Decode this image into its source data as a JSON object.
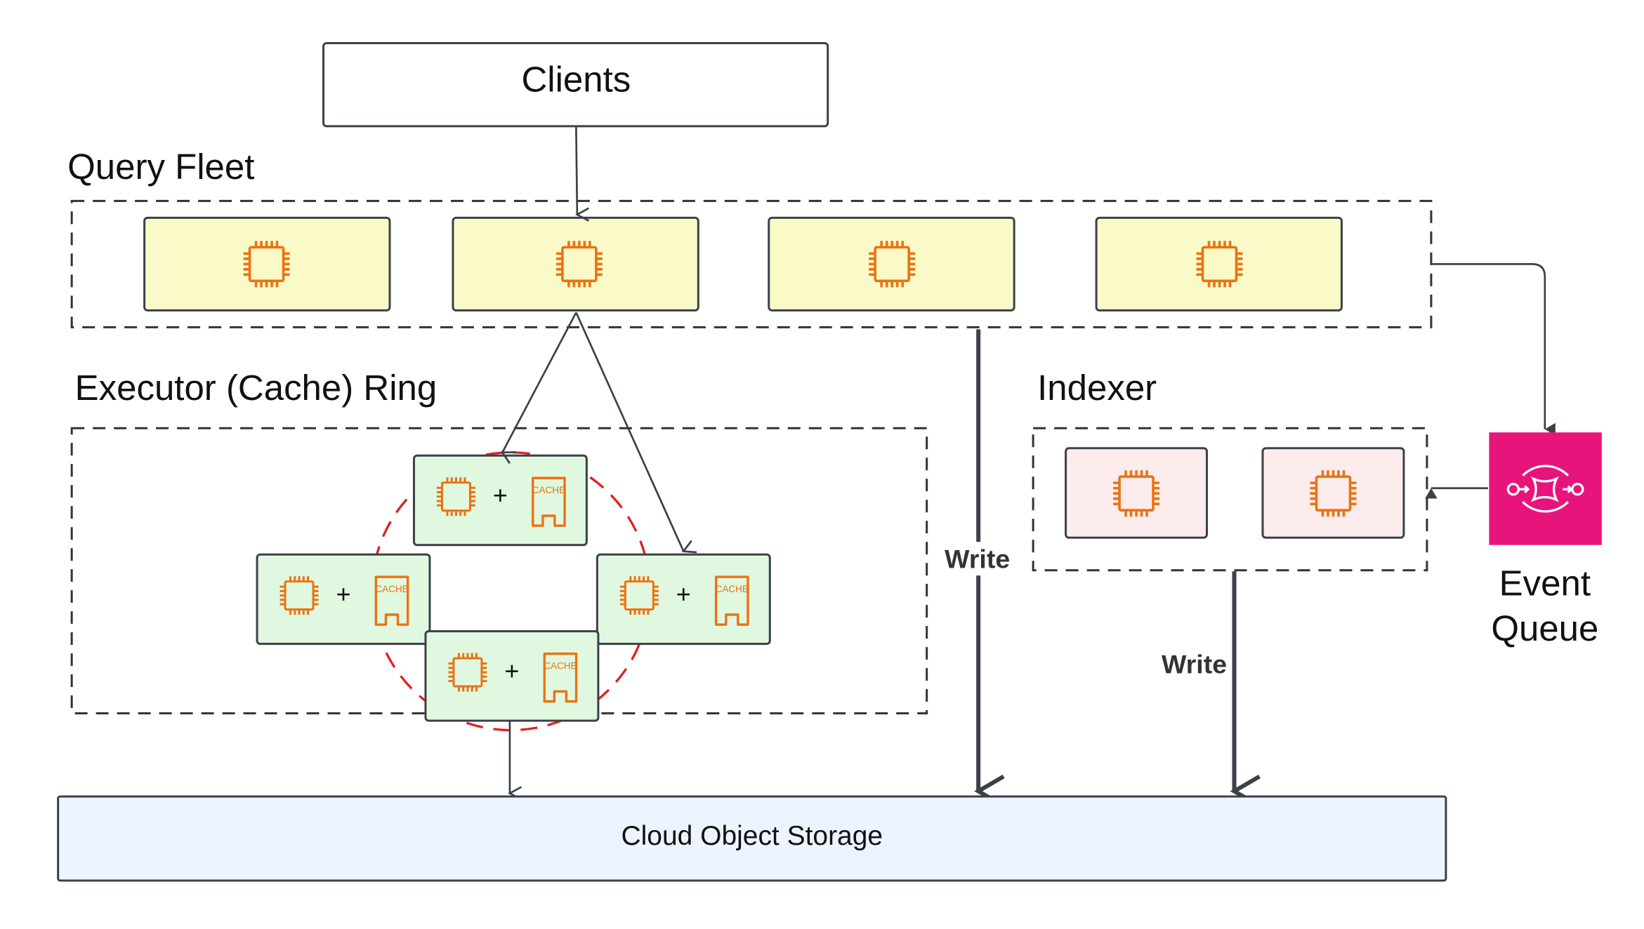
{
  "clients": {
    "label": "Clients"
  },
  "query_fleet": {
    "label": "Query Fleet",
    "node_count": 4,
    "node_icon": "chip-icon"
  },
  "executor_ring": {
    "label": "Executor (Cache) Ring",
    "node_count": 4,
    "plus": "+",
    "cache_label": "CACHE",
    "ring_color": "#e02020"
  },
  "indexer": {
    "label": "Indexer",
    "node_count": 2
  },
  "event_queue": {
    "line1": "Event",
    "line2": "Queue",
    "color": "#e7157b",
    "icon": "queue-icon"
  },
  "write_labels": [
    "Write",
    "Write"
  ],
  "storage": {
    "label": "Cloud Object Storage"
  },
  "colors": {
    "fleet_node": "#fafac8",
    "executor_node": "#e0f8e0",
    "indexer_node": "#fcecec",
    "storage": "#edf4ff",
    "icon": "#ec7211"
  }
}
